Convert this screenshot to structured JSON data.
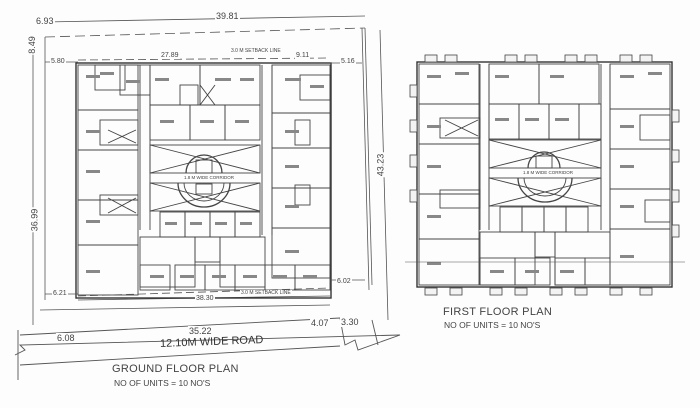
{
  "ground_floor": {
    "title": "GROUND FLOOR PLAN",
    "units": "NO OF UNITS = 10 NO'S",
    "dimensions": {
      "top_left_offset": "6.93",
      "top_overall": "39.81",
      "left_top": "8.49",
      "left_overall": "36.99",
      "right_overall": "43.23",
      "inner_top": "27.89",
      "inner_top_right": "9.11",
      "left_setback": "5.80",
      "right_setback_top": "5.16",
      "right_setback_bottom": "6.02",
      "bottom_left_setback": "6.21",
      "bottom_inner": "38.30",
      "bottom_plot": "35.22",
      "bottom_left": "6.08",
      "bottom_right_a": "4.07",
      "bottom_right_b": "3.30"
    },
    "setback_top_label": "3.0 M SETBACK LINE",
    "setback_bottom_label": "3.0 M SETBACK LINE",
    "corridor_label": "1.8 M WIDE CORRIDOR"
  },
  "road": {
    "label": "12.10M WIDE ROAD"
  },
  "first_floor": {
    "title": "FIRST FLOOR PLAN",
    "units": "NO OF UNITS = 10 NO'S",
    "corridor_label": "1.8 M WIDE CORRIDOR"
  }
}
